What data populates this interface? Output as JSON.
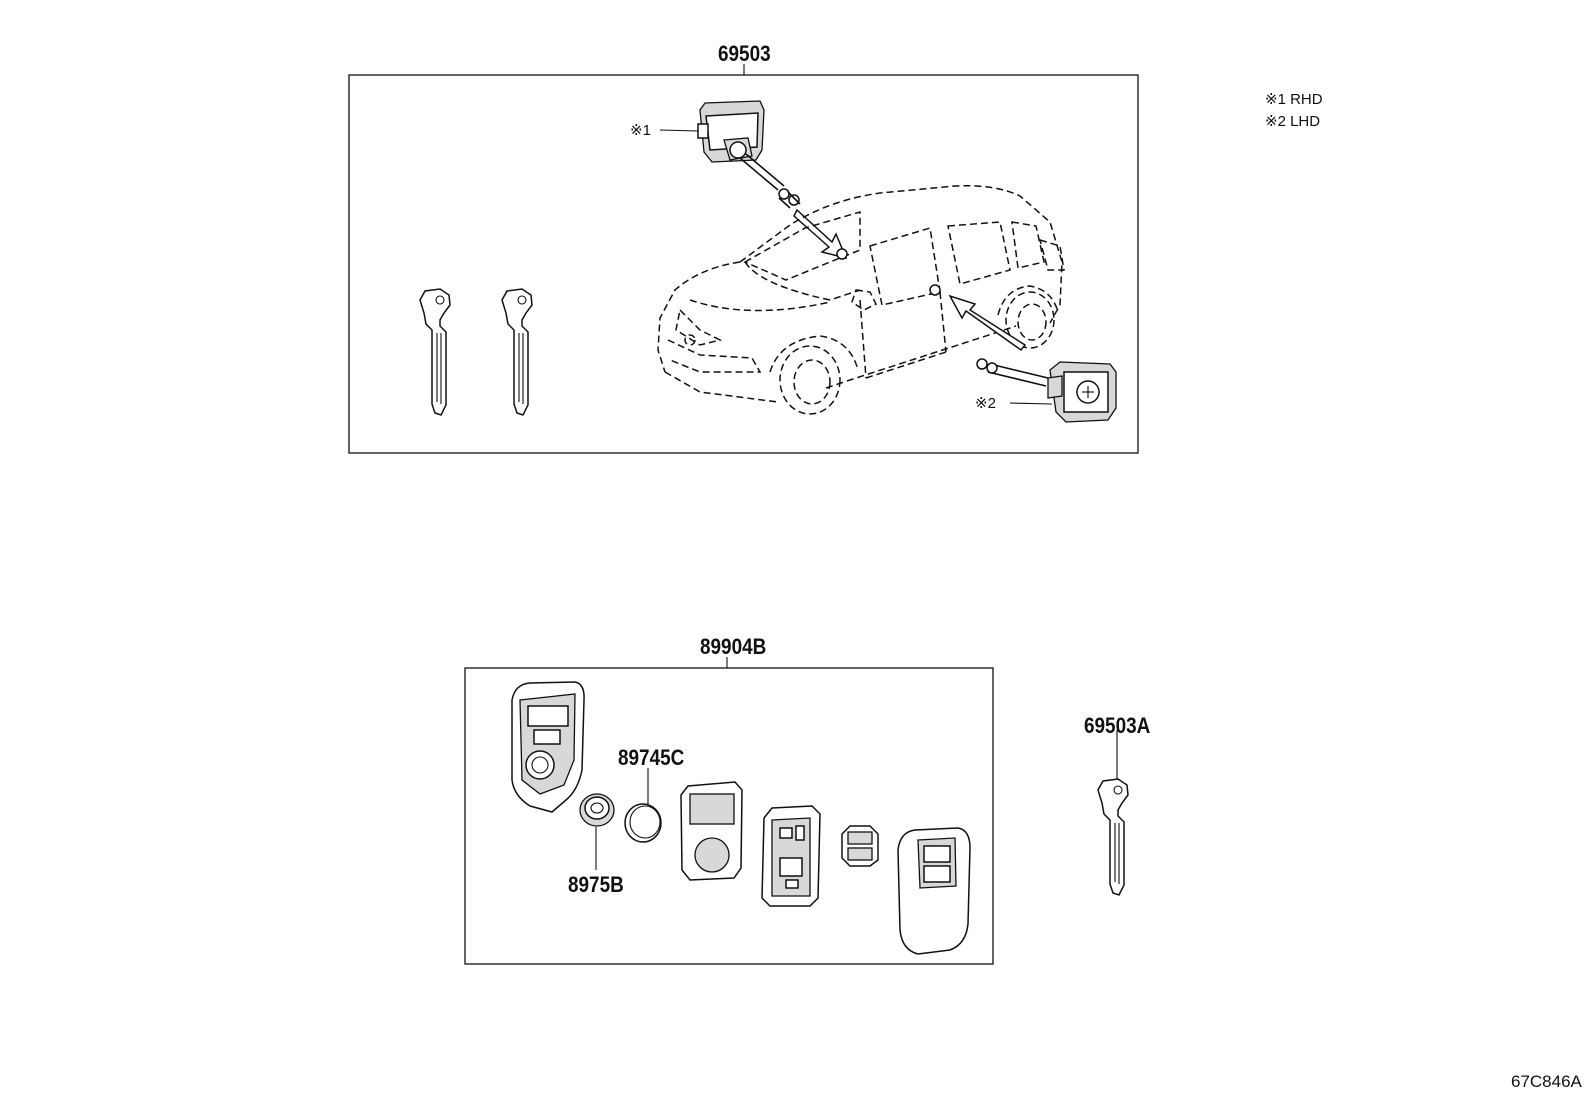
{
  "assemblies": {
    "top_part_no": "69503",
    "bottom_part_no": "89904B",
    "loose_key_part_no": "69503A"
  },
  "parts": {
    "battery": "89745C",
    "cover": "8975B"
  },
  "callouts": {
    "rhd_marker": "※1",
    "lhd_marker": "※2"
  },
  "legend": [
    {
      "marker": "※1",
      "text": "RHD"
    },
    {
      "marker": "※2",
      "text": "LHD"
    }
  ],
  "diagram_code": "67C846A"
}
